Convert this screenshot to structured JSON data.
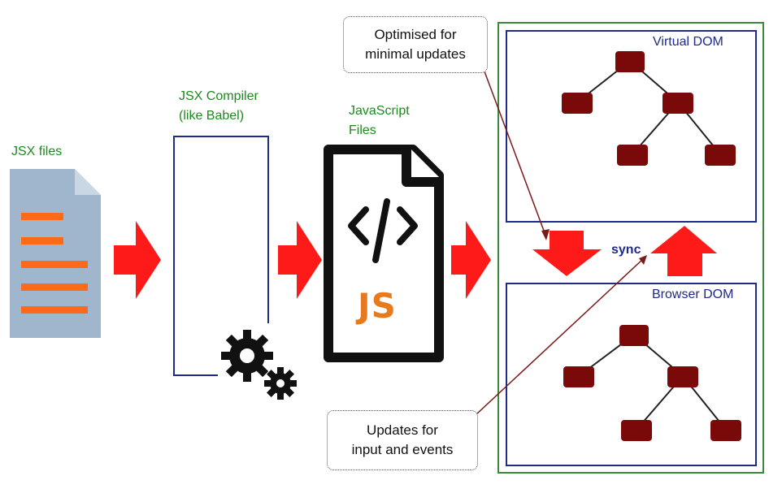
{
  "labels": {
    "jsx_files": "JSX files",
    "compiler_line1": "JSX Compiler",
    "compiler_line2": "(like Babel)",
    "js_files_line1": "JavaScript",
    "js_files_line2": "Files",
    "js_badge": "JS",
    "virtual_dom": "Virtual DOM",
    "browser_dom": "Browser DOM",
    "sync": "sync"
  },
  "notes": {
    "top_line1": "Optimised for",
    "top_line2": "minimal updates",
    "bottom_line1": "Updates for",
    "bottom_line2": "input and events"
  },
  "colors": {
    "arrow_red": "#ff1a1a",
    "node_red": "#7a0a0a",
    "panel_green": "#3a8a3a",
    "panel_blue": "#1f2a8a",
    "file_blue": "#9fb6cc",
    "file_lines": "#ff6a1a",
    "js_orange": "#e87a1e"
  },
  "icons": [
    "document-icon",
    "gears-icon",
    "code-icon",
    "arrow-right-icon",
    "arrow-down-icon",
    "arrow-up-icon"
  ]
}
